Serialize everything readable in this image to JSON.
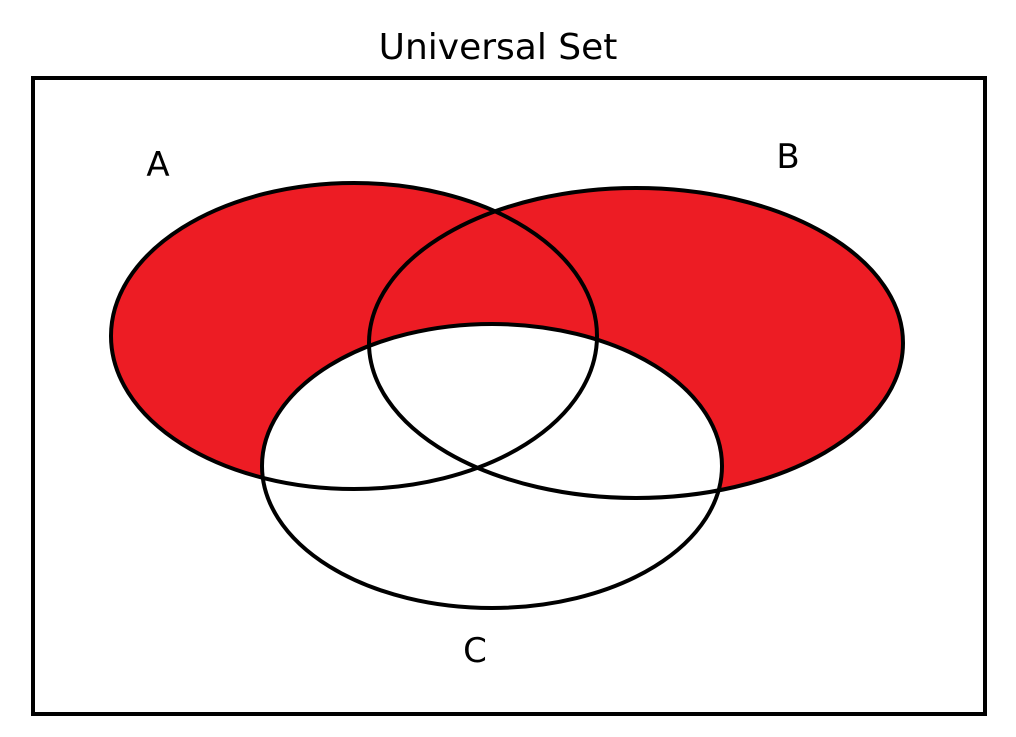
{
  "diagram": {
    "title": "Universal Set",
    "sets": [
      {
        "id": "A",
        "label": "A"
      },
      {
        "id": "B",
        "label": "B"
      },
      {
        "id": "C",
        "label": "C"
      }
    ],
    "shaded_region": "(A ∪ B) − C",
    "colors": {
      "shade": "#ed1c24",
      "outline": "#000000",
      "background": "#ffffff"
    }
  }
}
